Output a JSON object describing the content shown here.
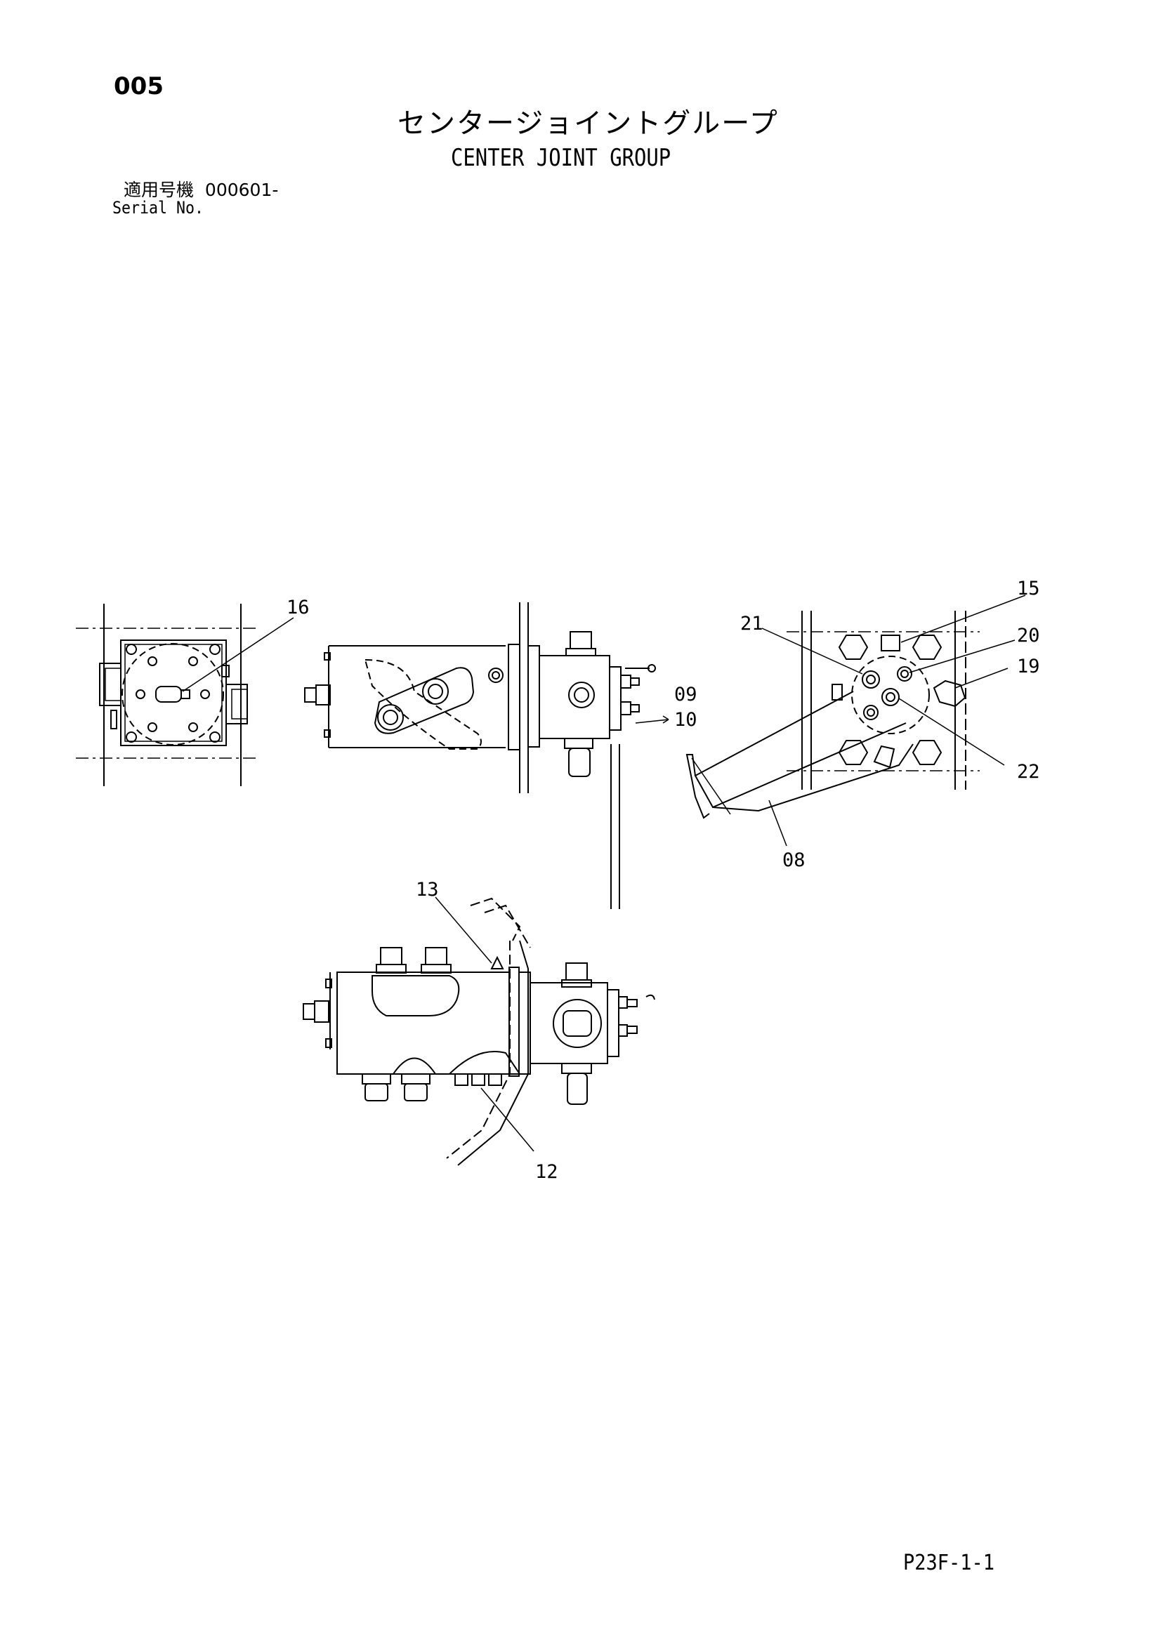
{
  "header": {
    "sheet_code": "005",
    "title_jp": "センタージョイントグループ",
    "title_en": "CENTER JOINT GROUP",
    "serial_label_jp": "適用号機",
    "serial_value": "000601-",
    "serial_label_en": "Serial No."
  },
  "callouts": {
    "c16": "16",
    "c15": "15",
    "c21": "21",
    "c20": "20",
    "c19": "19",
    "c09": "09",
    "c10": "10",
    "c22": "22",
    "c08": "08",
    "c13": "13",
    "c12": "12"
  },
  "footer": {
    "page_ref": "P23F-1-1"
  }
}
